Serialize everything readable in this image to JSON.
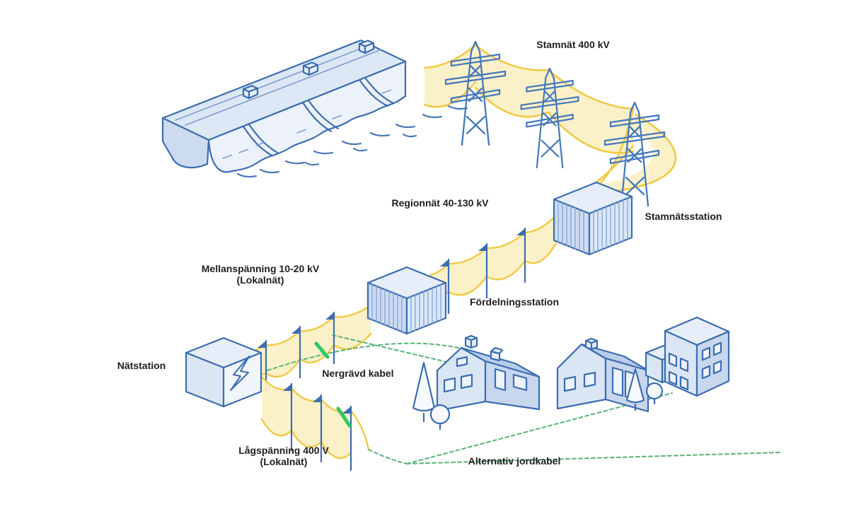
{
  "diagram": {
    "type": "isometric-grid-infographic",
    "labels": {
      "stamnat": "Stamnät 400 kV",
      "regionnat": "Regionnät 40-130 kV",
      "stamnatsstation": "Stamnätsstation",
      "mellanspanning_line1": "Mellanspänning 10-20 kV",
      "mellanspanning_line2": "(Lokalnät)",
      "fordelningsstation": "Fördelningsstation",
      "natstation": "Nätstation",
      "nergravd_kabel": "Nergrävd kabel",
      "lagspanning_line1": "Lågspänning 400 V",
      "lagspanning_line2": "(Lokalnät)",
      "alternativ_jordkabel": "Alternativ jordkabel"
    },
    "colors": {
      "outline_blue": "#3b6db3",
      "fill_light_blue": "#dce8f6",
      "wire_yellow": "#f1ca44",
      "wire_band_yellow": "#faf0c6",
      "cable_green": "#58b478",
      "cable_green_bright": "#2ec95f",
      "label_text": "#1f1f1f"
    },
    "components": [
      "hydroelectric-dam",
      "transmission-pylons",
      "stamnatsstation-building",
      "regionnat-pole-line",
      "fordelningsstation-building",
      "mellanspanning-pole-line",
      "natstation-building",
      "lagspanning-pole-line",
      "underground-cables",
      "house",
      "house",
      "apartment-building",
      "trees",
      "bushes"
    ]
  }
}
